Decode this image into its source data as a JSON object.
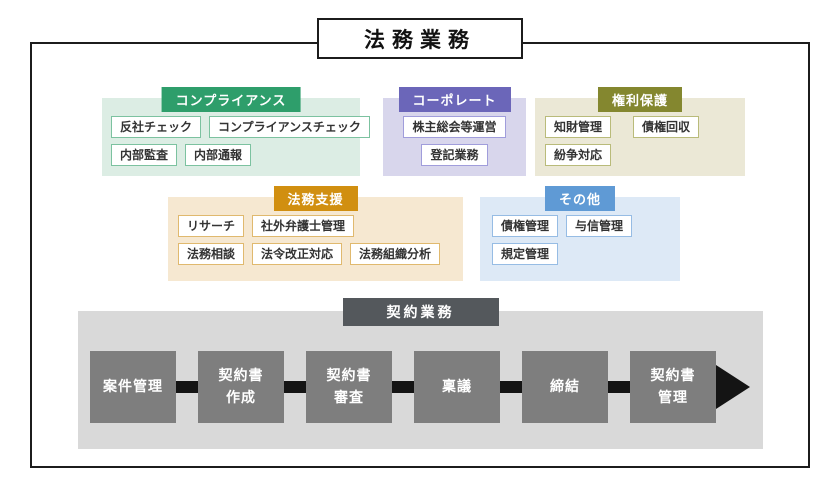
{
  "title": "法務業務",
  "sections": [
    {
      "id": "compliance",
      "label": "コンプライアンス",
      "colors": {
        "header": "#2e9e6b",
        "panel": "#dcede4",
        "item_border": "#7cc2a0"
      },
      "rows": [
        [
          "反社チェック",
          "コンプライアンスチェック"
        ],
        [
          "内部監査",
          "内部通報"
        ]
      ]
    },
    {
      "id": "corporate",
      "label": "コーポレート",
      "colors": {
        "header": "#6b66b9",
        "panel": "#d8d6ec",
        "item_border": "#a09ddb"
      },
      "rows": [
        [
          "株主総会等運営"
        ],
        [
          "登記業務"
        ]
      ]
    },
    {
      "id": "rights",
      "label": "権利保護",
      "colors": {
        "header": "#84872f",
        "panel": "#ebe8d6",
        "item_border": "#b9bb7a"
      },
      "rows": [
        [
          "知財管理",
          "債権回収"
        ],
        [
          "紛争対応"
        ]
      ]
    },
    {
      "id": "support",
      "label": "法務支援",
      "colors": {
        "header": "#d18f10",
        "panel": "#f6e8d1",
        "item_border": "#e0b96e"
      },
      "rows": [
        [
          "リサーチ",
          "社外弁護士管理"
        ],
        [
          "法務相談",
          "法令改正対応",
          "法務組織分析"
        ]
      ]
    },
    {
      "id": "others",
      "label": "その他",
      "colors": {
        "header": "#5f9ad5",
        "panel": "#dde9f6",
        "item_border": "#96bce4"
      },
      "rows": [
        [
          "債権管理",
          "与信管理"
        ],
        [
          "規定管理"
        ]
      ]
    }
  ],
  "contract": {
    "label": "契約業務",
    "colors": {
      "header": "#54585c",
      "panel": "#d9d9d9",
      "step": "#7e7e7e",
      "arrow": "#141414"
    },
    "steps": [
      "案件管理",
      "契約書\n作成",
      "契約書\n審査",
      "稟議",
      "締結",
      "契約書\n管理"
    ]
  }
}
